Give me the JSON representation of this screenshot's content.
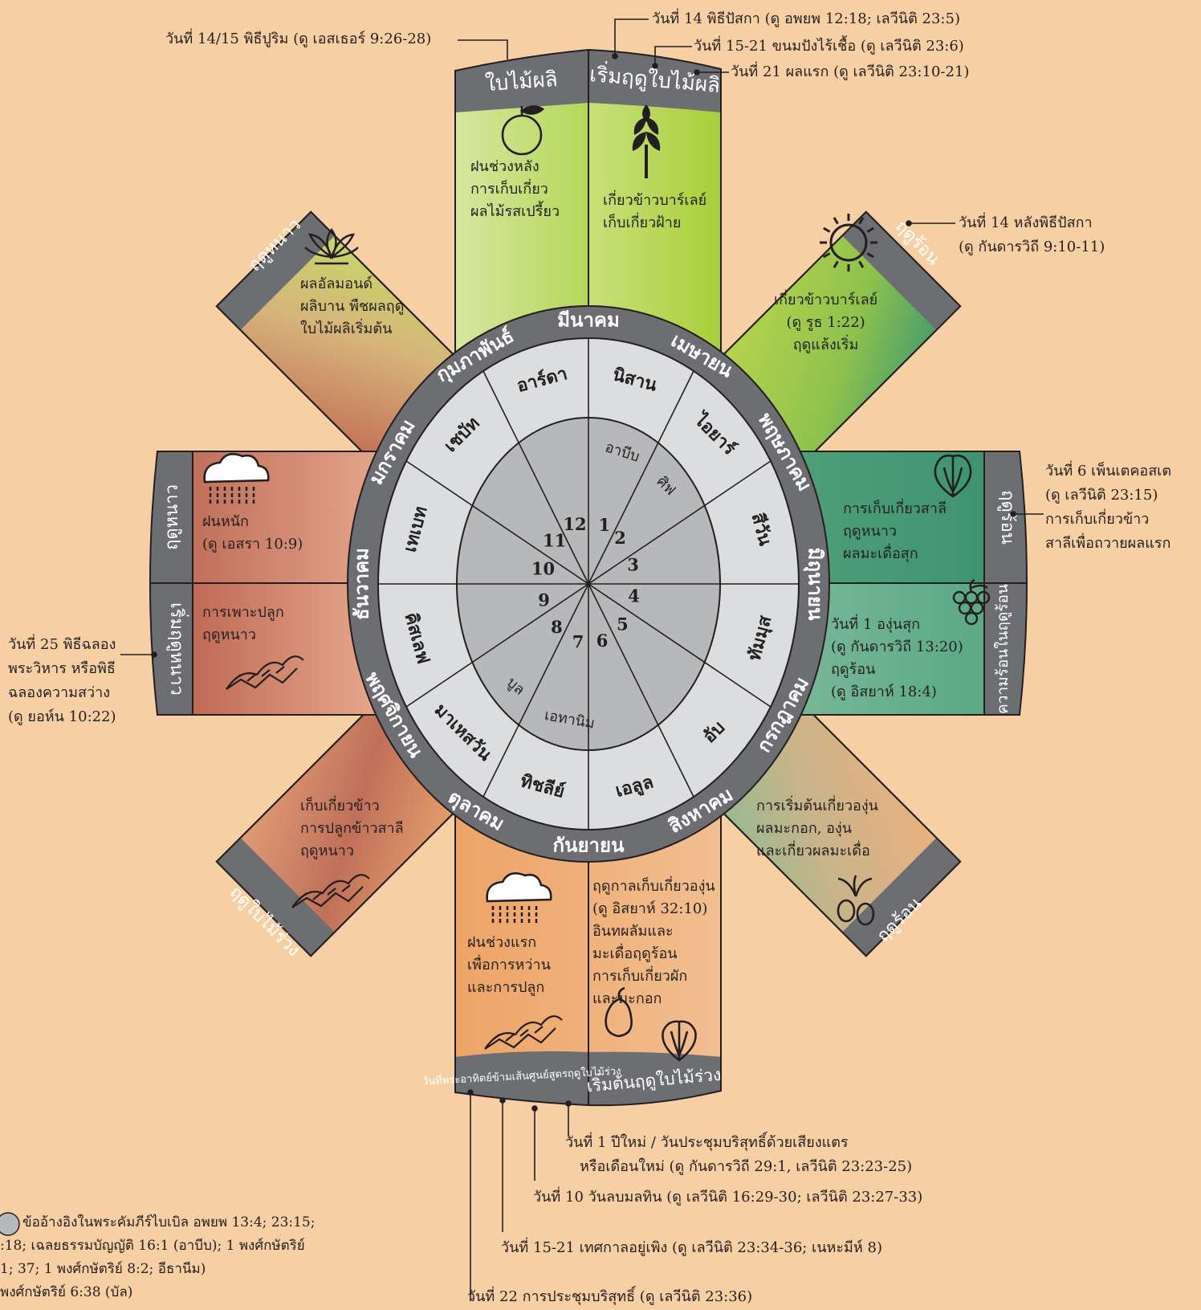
{
  "wheel": {
    "outer_months": [
      {
        "label": "มีนาคม",
        "angle": 0
      },
      {
        "label": "เมษายน",
        "angle": 30
      },
      {
        "label": "พฤษภาคม",
        "angle": 60
      },
      {
        "label": "มิถุนายน",
        "angle": 90
      },
      {
        "label": "กรกฎาคม",
        "angle": 120
      },
      {
        "label": "สิงหาคม",
        "angle": 150
      },
      {
        "label": "กันยายน",
        "angle": 180
      },
      {
        "label": "ตุลาคม",
        "angle": 210
      },
      {
        "label": "พฤศจิกายน",
        "angle": 240
      },
      {
        "label": "ธันวาคม",
        "angle": 270
      },
      {
        "label": "มกราคม",
        "angle": 300
      },
      {
        "label": "กุมภาพันธ์",
        "angle": 330
      }
    ],
    "jewish_months": [
      {
        "label": "นิสาน",
        "angle": 15
      },
      {
        "label": "ไอยาร์",
        "angle": 45
      },
      {
        "label": "สีวัน",
        "angle": 75
      },
      {
        "label": "ทัมมุส",
        "angle": 105
      },
      {
        "label": "อับ",
        "angle": 135
      },
      {
        "label": "เอลูล",
        "angle": 165
      },
      {
        "label": "ทิชลีย์",
        "angle": 195
      },
      {
        "label": "มาเหสวัน",
        "angle": 225
      },
      {
        "label": "คิสเลฟ",
        "angle": 255
      },
      {
        "label": "เทเบท",
        "angle": 285
      },
      {
        "label": "เชบัท",
        "angle": 315
      },
      {
        "label": "อาร์ดา",
        "angle": 345
      }
    ],
    "old_names": [
      {
        "label": "อาบีบ",
        "angle": 18
      },
      {
        "label": "ศิฟ",
        "angle": 45
      },
      {
        "label": "เอทานิม",
        "angle": 190
      },
      {
        "label": "บูล",
        "angle": 222
      }
    ],
    "numbers": [
      {
        "label": "1",
        "angle": 7
      },
      {
        "label": "2",
        "angle": 30
      },
      {
        "label": "3",
        "angle": 60
      },
      {
        "label": "4",
        "angle": 90
      },
      {
        "label": "5",
        "angle": 120
      },
      {
        "label": "6",
        "angle": 150
      },
      {
        "label": "7",
        "angle": 180
      },
      {
        "label": "8",
        "angle": 210
      },
      {
        "label": "9",
        "angle": 240
      },
      {
        "label": "10",
        "angle": 270
      },
      {
        "label": "11",
        "angle": 300
      },
      {
        "label": "12",
        "angle": 330
      }
    ]
  },
  "bands": {
    "top_left": "ใบไม้ผลิ",
    "top_right": "เริ่มฤดูใบไม้ผลิ",
    "upper_left_arm": "ฤดูหนาว",
    "upper_right_arm": "ฤดูร้อน",
    "left_upper": "ฤดูหนาว",
    "left_lower": "เริ่มฤดูหนาว",
    "right_upper": "ฤดูร้อน",
    "right_lower": "ความร้อนในฤดูร้อน",
    "lower_left_arm": "ฤดูใบไม้ร่วง",
    "lower_right_arm": "ฤดูร้อน",
    "bottom_left": "วันที่พระอาทิตย์ข้ามเส้นศูนย์สูตรฤดูใบไม้ร่วง",
    "bottom_right": "เริ่มต้นฤดูใบไม้ร่วง"
  },
  "panels": {
    "top_left": [
      "ฝนช่วงหลัง",
      "การเก็บเกี่ยว",
      "ผลไม้รสเปรี้ยว"
    ],
    "top_right": [
      "เกี่ยวข้าวบาร์เลย์",
      "เก็บเกี่ยวฝ้าย"
    ],
    "upper_left_arm": [
      "ผลอัลมอนด์",
      "ผลิบาน พืชผลฤดู",
      "ใบไม้ผลิเริ่มต้น"
    ],
    "upper_right_arm": [
      "เกี่ยวข้าวบาร์เลย์",
      "(ดู รูธ 1:22)",
      "ฤดูแล้งเริ่ม"
    ],
    "left_upper": [
      "ฝนหนัก",
      "(ดู เอสรา 10:9)"
    ],
    "left_lower": [
      "การเพาะปลูก",
      "ฤดูหนาว"
    ],
    "right_upper": [
      "การเก็บเกี่ยวสาลี",
      "ฤดูหนาว",
      "ผลมะเดื่อสุก"
    ],
    "right_lower": [
      "วันที่ 1 องุ่นสุก",
      "(ดู กันดารวิถี 13:20)",
      "ฤดูร้อน",
      "(ดู อิสยาห์ 18:4)"
    ],
    "lower_left_arm": [
      "เก็บเกี่ยวข้าว",
      "การปลูกข้าวสาลี",
      "ฤดูหนาว"
    ],
    "lower_right_arm": [
      "การเริ่มต้นเกี่ยวองุ่น",
      "ผลมะกอก, องุ่น",
      "และเกี่ยวผลมะเดื่อ"
    ],
    "bottom_left": [
      "ฝนช่วงแรก",
      "เพื่อการหว่าน",
      "และการปลูก"
    ],
    "bottom_right": [
      "ฤดูกาลเก็บเกี่ยวองุ่น",
      "(ดู อิสยาห์ 32:10)",
      "อินทผลัมและ",
      "มะเดื่อฤดูร้อน",
      "การเก็บเกี่ยวผัก",
      "และมะกอก"
    ]
  },
  "notes": {
    "purim": "วันที่ 14/15 พิธีปูริม (ดู เอสเธอร์ 9:26-28)",
    "passover": "วันที่ 14 พิธีปัสกา (ดู อพยพ 12:18; เลวีนิติ 23:5)",
    "unleavened": "วันที่ 15-21 ขนมปังไร้เชื้อ (ดู เลวีนิติ 23:6)",
    "firstfruits": "วันที่ 21 ผลแรก (ดู เลวีนิติ 23:10-21)",
    "second_passover": [
      "วันที่ 14 หลังพิธีปัสกา",
      "(ดู กันดารวิถี 9:10-11)"
    ],
    "pentecost": [
      "วันที่ 6 เพ็นเตคอสเต",
      "(ดู เลวีนิติ 23:15)",
      "การเก็บเกี่ยวข้าว",
      "สาลีเพื่อถวายผลแรก"
    ],
    "dedication": [
      "วันที่ 25 พิธีฉลอง",
      "พระวิหาร หรือพิธี",
      "ฉลองความสว่าง",
      "(ดู ยอห์น 10:22)"
    ],
    "new_year": [
      "วันที่ 1 ปีใหม่ / วันประชุมบริสุทธิ์ด้วยเสียงแตร",
      "หรือเดือนใหม่ (ดู กันดารวิถี 29:1, เลวีนิติ 23:23-25)"
    ],
    "atonement": "วันที่ 10 วันลบมลทิน (ดู เลวีนิติ 16:29-30; เลวีนิติ 23:27-33)",
    "tabernacles": "วันที่ 15-21 เทศกาลอยู่เพิง (ดู เลวีนิติ 23:34-36; เนหะมีห์ 8)",
    "assembly": "วันที่ 22 การประชุมบริสุทธิ์ (ดู เลวีนิติ 23:36)",
    "legend": [
      "ข้ออ้างอิงในพระคัมภีร์ไบเบิล อพยพ 13:4; 23:15;",
      ":18; เฉลยธรรมบัญญัติ 16:1 (อาบีบ); 1 พงศ์กษัตริย์",
      "1; 37; 1 พงศ์กษัตริย์ 8:2; อีธานีม)",
      "พงศ์กษัตริย์ 6:38 (บัล)"
    ]
  },
  "colors": {
    "background": "#F7CFA4",
    "dark_band": "#6D6E71",
    "light_ring": "#DCDDDE",
    "inner_disc": "#B7B8BA",
    "spring": "#B7D85C",
    "summer": "#4AA07A",
    "winter": "#C46D58",
    "autumn": "#EFA86E"
  }
}
